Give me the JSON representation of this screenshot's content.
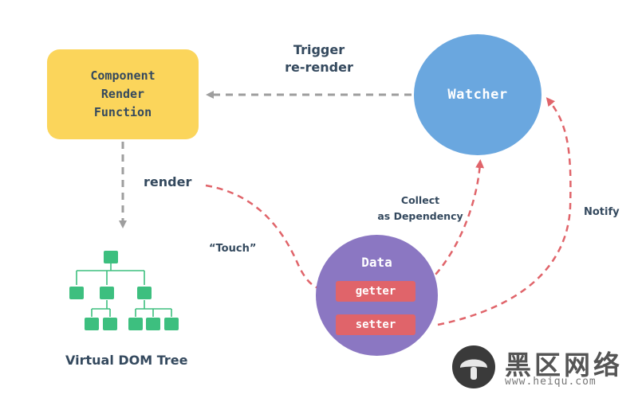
{
  "nodes": {
    "component": {
      "line1": "Component",
      "line2": "Render",
      "line3": "Function"
    },
    "watcher": {
      "label": "Watcher"
    },
    "data": {
      "label": "Data",
      "getter": "getter",
      "setter": "setter"
    },
    "vdom": {
      "label": "Virtual DOM Tree"
    }
  },
  "edges": {
    "trigger": {
      "line1": "Trigger",
      "line2": "re-render"
    },
    "render": {
      "label": "render"
    },
    "touch": {
      "label": "“Touch”"
    },
    "collect": {
      "line1": "Collect",
      "line2": "as Dependency"
    },
    "notify": {
      "label": "Notify"
    }
  },
  "colors": {
    "component": "#fbd55b",
    "watcher": "#6aa7df",
    "data": "#8b77c2",
    "pill": "#e0646a",
    "dashed_gray": "#9e9e9e",
    "dashed_red": "#e0646a",
    "tree_node": "#3dbf7f",
    "text": "#34495e"
  },
  "watermark": {
    "title": "黑区网络",
    "url": "www.heiqu.com"
  }
}
